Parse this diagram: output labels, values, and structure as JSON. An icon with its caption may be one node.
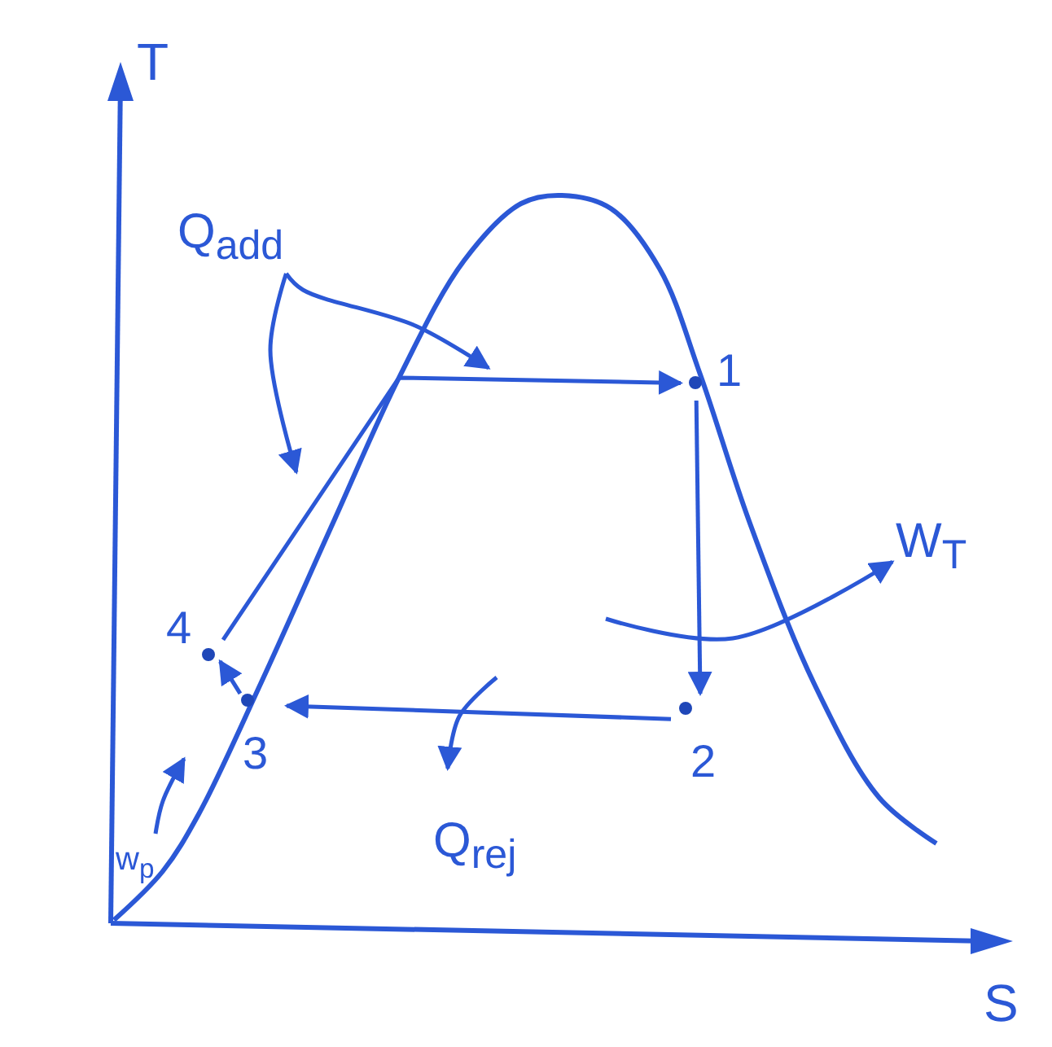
{
  "diagram": {
    "nodes": [
      {
        "text": [
          "Q$_{add}$"
        ]
      },
      {
        "text": [
          "1"
        ]
      },
      {
        "text": [
          "W$_{T}$"
        ]
      },
      {
        "text": [
          "4"
        ]
      },
      {
        "text": [
          "3"
        ]
      },
      {
        "text": [
          "2"
        ]
      },
      {
        "text": [
          "w$_{p}$"
        ]
      },
      {
        "text": [
          "Q$_{rej}$"
        ]
      }
    ],
    "edges": [
      {
        "from": 1,
        "to": 5,
        "arrow": "to"
      },
      {
        "from": 5,
        "to": 4,
        "arrow": "to"
      },
      {
        "from": 4,
        "to": 3,
        "arrow": "to"
      },
      {
        "from": 3,
        "to": 1,
        "arrow": "to"
      },
      {
        "from": 0,
        "to": null,
        "arrow": "to"
      },
      {
        "from": 0,
        "to": null,
        "arrow": "to"
      },
      {
        "from": null,
        "to": 7,
        "arrow": "to"
      },
      {
        "from": null,
        "to": 2,
        "arrow": "to"
      },
      {
        "from": 6,
        "to": null,
        "arrow": "to"
      }
    ],
    "labels": [
      "T",
      "S"
    ]
  }
}
